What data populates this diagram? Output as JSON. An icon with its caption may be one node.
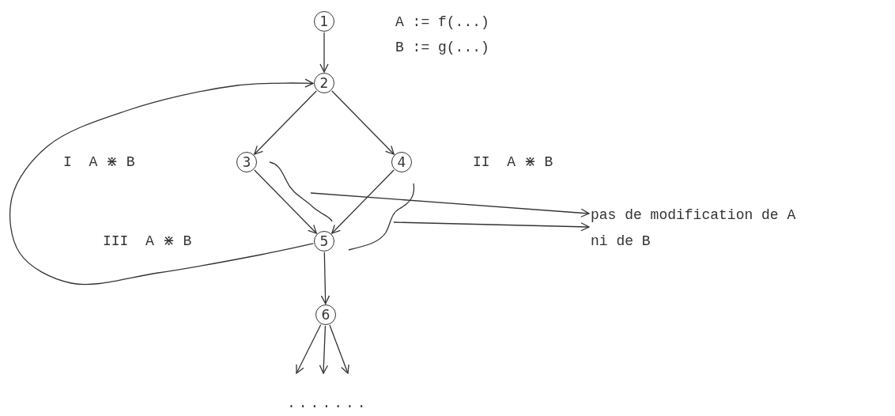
{
  "diagram": {
    "nodes": [
      {
        "text": [
          "1"
        ]
      },
      {
        "text": [
          "2"
        ]
      },
      {
        "text": [
          "3"
        ]
      },
      {
        "text": [
          "4"
        ]
      },
      {
        "text": [
          "5"
        ]
      },
      {
        "text": [
          "6"
        ]
      },
      {
        "text": [
          "pas de modification de A ni de B"
        ]
      }
    ],
    "edges": [
      {
        "from": 0,
        "to": 1,
        "arrow": "to"
      },
      {
        "from": 1,
        "to": 2,
        "arrow": "to"
      },
      {
        "from": 1,
        "to": 3,
        "arrow": "to"
      },
      {
        "from": 2,
        "to": 4,
        "arrow": "to"
      },
      {
        "from": 3,
        "to": 4,
        "arrow": "to"
      },
      {
        "from": 4,
        "to": 5,
        "arrow": "to"
      },
      {
        "from": 4,
        "to": 1,
        "arrow": "to"
      },
      {
        "from": null,
        "to": 6,
        "arrow": "to"
      },
      {
        "from": null,
        "to": 6,
        "arrow": "to"
      },
      {
        "from": 5,
        "to": null,
        "arrow": "to"
      },
      {
        "from": 5,
        "to": null,
        "arrow": "to"
      },
      {
        "from": 5,
        "to": null,
        "arrow": "to"
      }
    ],
    "labels": [
      "A := f(...)",
      "B := g(...)",
      "I  A ⋇ B",
      "II  A ⋇ B",
      "III  A ⋇ B",
      "......."
    ]
  }
}
